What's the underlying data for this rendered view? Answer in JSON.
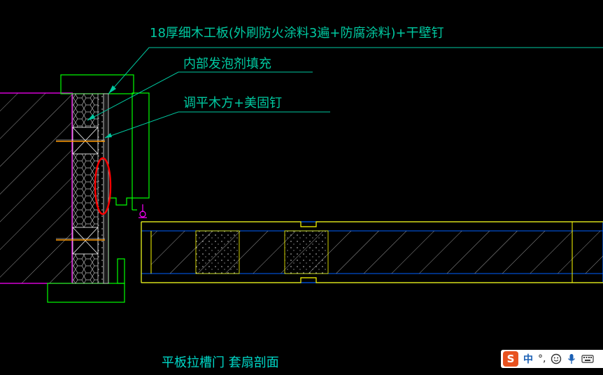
{
  "annotations": [
    {
      "id": "board",
      "text": "18厚细木工板(外刷防火涂料3遍+防腐涂料)+干壁钉"
    },
    {
      "id": "foam",
      "text": "内部发泡剂填充"
    },
    {
      "id": "wood",
      "text": "调平木方+美固钉"
    }
  ],
  "caption": "平板拉槽门 套扇剖面",
  "colors": {
    "background": "#000000",
    "annotation_text": "#00c8a0",
    "frame_green": "#00ff00",
    "wall_magenta": "#ff00ff",
    "door_blue": "#0060ff",
    "door_yellow": "#ffff00",
    "highlight_red": "#ff0000",
    "caption_cyan": "#00d8c8",
    "hatch_gray": "#9a9a9a"
  },
  "ime": {
    "logo": "S",
    "mode": "中",
    "punct": "°,",
    "icons": [
      "smiley-icon",
      "microphone-icon",
      "keyboard-icon"
    ]
  }
}
